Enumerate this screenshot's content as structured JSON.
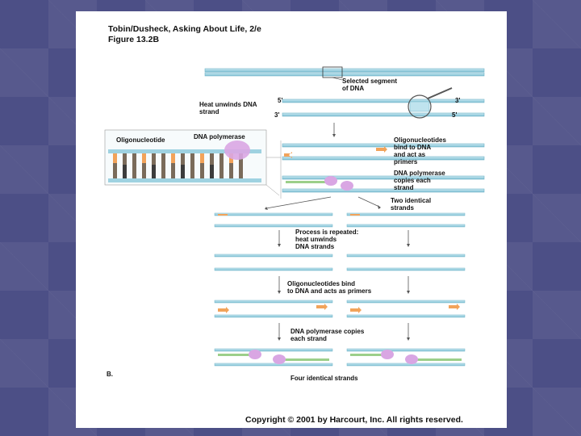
{
  "source": {
    "line1": "Tobin/Dusheck, Asking About Life, 2/e",
    "line2": "Figure 13.2B"
  },
  "labels": {
    "selected_segment": "Selected segment\nof DNA",
    "heat_unwinds": "Heat unwinds DNA\nstrand",
    "end_5_top": "5'",
    "end_3_top": "3'",
    "end_3_bottom": "3'",
    "end_5_bottom": "5'",
    "oligonucleotide": "Oligonucleotide",
    "dna_polymerase": "DNA polymerase",
    "oligo_bind": "Oligonucleotides\nbind to DNA\nand act as\nprimers",
    "polymerase_copies": "DNA polymerase\ncopies each\nstrand",
    "two_identical": "Two identical\nstrands",
    "process_repeated": "Process is repeated:\nheat unwinds\nDNA strands",
    "oligo_bind_2": "Oligonucleotides bind\nto DNA and acts as primers",
    "polymerase_copies_2": "DNA polymerase copies\neach strand",
    "panel": "B.",
    "four_identical": "Four identical strands"
  },
  "copyright": "Copyright © 2001 by Harcourt, Inc. All rights reserved.",
  "colors": {
    "strand": "#a8d8e6",
    "strand_edge": "#6fb3c8",
    "primer": "#f2a35a",
    "new_strand": "#9ccf8a",
    "polymerase": "#c98bd6"
  }
}
